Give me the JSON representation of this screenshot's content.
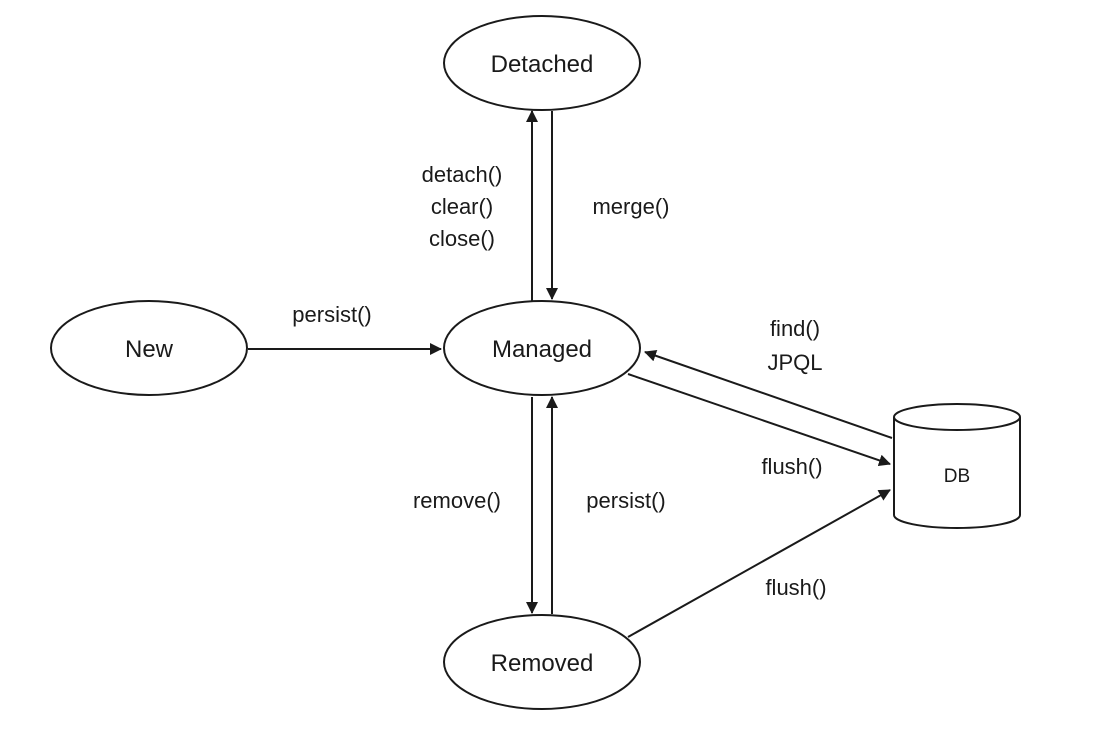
{
  "nodes": {
    "detached": "Detached",
    "new": "New",
    "managed": "Managed",
    "removed": "Removed",
    "db": "DB"
  },
  "edges": {
    "managed_to_detached": [
      "detach()",
      "clear()",
      "close()"
    ],
    "detached_to_managed": "merge()",
    "new_to_managed": "persist()",
    "db_to_managed": [
      "find()",
      "JPQL"
    ],
    "managed_to_db": "flush()",
    "managed_to_removed": "remove()",
    "removed_to_managed": "persist()",
    "removed_to_db": "flush()"
  }
}
